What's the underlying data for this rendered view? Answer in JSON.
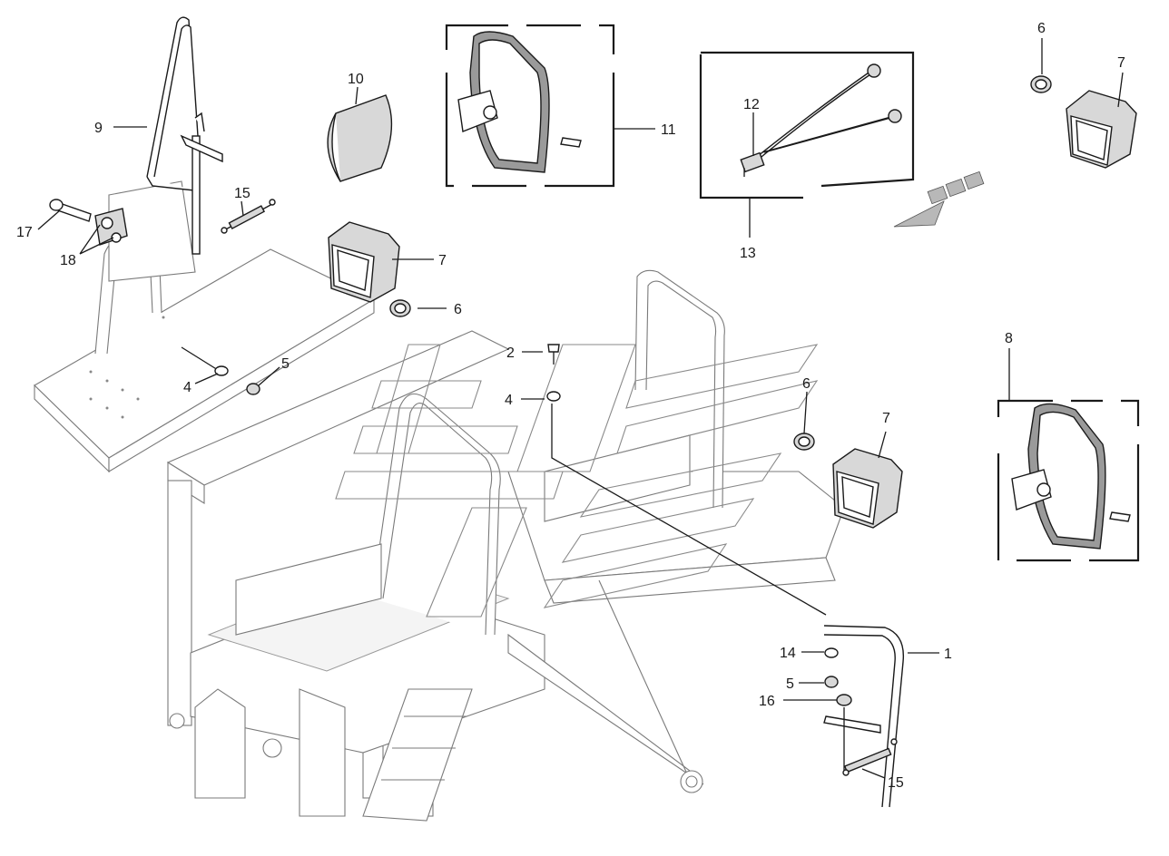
{
  "diagram": {
    "callouts": [
      {
        "id": "c1",
        "text": "1"
      },
      {
        "id": "c2",
        "text": "2"
      },
      {
        "id": "c4a",
        "text": "4"
      },
      {
        "id": "c4b",
        "text": "4"
      },
      {
        "id": "c5a",
        "text": "5"
      },
      {
        "id": "c5b",
        "text": "5"
      },
      {
        "id": "c6a",
        "text": "6"
      },
      {
        "id": "c6b",
        "text": "6"
      },
      {
        "id": "c6c",
        "text": "6"
      },
      {
        "id": "c7a",
        "text": "7"
      },
      {
        "id": "c7b",
        "text": "7"
      },
      {
        "id": "c7c",
        "text": "7"
      },
      {
        "id": "c8",
        "text": "8"
      },
      {
        "id": "c9",
        "text": "9"
      },
      {
        "id": "c10",
        "text": "10"
      },
      {
        "id": "c11",
        "text": "11"
      },
      {
        "id": "c12",
        "text": "12"
      },
      {
        "id": "c13",
        "text": "13"
      },
      {
        "id": "c14",
        "text": "14"
      },
      {
        "id": "c15a",
        "text": "15"
      },
      {
        "id": "c15b",
        "text": "15"
      },
      {
        "id": "c16",
        "text": "16"
      },
      {
        "id": "c17",
        "text": "17"
      },
      {
        "id": "c18",
        "text": "18"
      }
    ],
    "colors": {
      "line": "#1a1a1a",
      "frame": "#7a7a7a",
      "part_fill": "#d8d8d8",
      "arrow_fill": "#b8b8b8"
    }
  }
}
